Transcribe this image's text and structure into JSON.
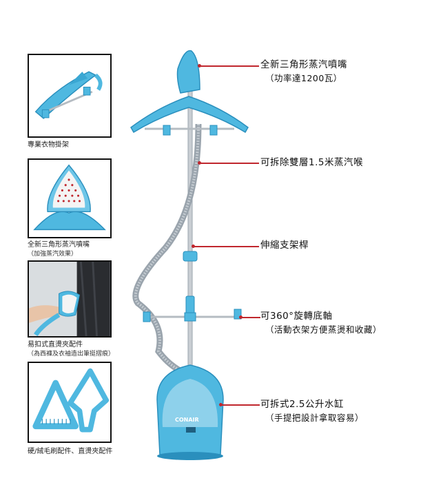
{
  "accessories": [
    {
      "caption": "專業衣物掛架",
      "subcaption": ""
    },
    {
      "caption": "全新三角形蒸汽噴嘴",
      "subcaption": "（加強蒸汽效果）"
    },
    {
      "caption": "易扣式直燙夾配件",
      "subcaption": "（為西褲及衣袖造出筆挺摺痕）"
    },
    {
      "caption": "硬/絨毛刷配件、直燙夾配件",
      "subcaption": ""
    }
  ],
  "features": [
    {
      "label": "全新三角形蒸汽噴嘴",
      "sublabel": "（功率達1200瓦）"
    },
    {
      "label": "可拆除雙層1.5米蒸汽喉",
      "sublabel": ""
    },
    {
      "label": "伸縮支架桿",
      "sublabel": ""
    },
    {
      "label": "可360°旋轉底軸",
      "sublabel": "（活動衣架方便蒸燙和收藏）"
    },
    {
      "label": "可拆式2.5公升水缸",
      "sublabel": "（手提把設計拿取容易）"
    }
  ],
  "product": {
    "brand_logo": "CONAIR"
  },
  "colors": {
    "product_blue": "#4fb8e0",
    "product_dark": "#2a8fbd",
    "leader_red": "#c0262d",
    "hose_grey": "#9aa4ad"
  }
}
